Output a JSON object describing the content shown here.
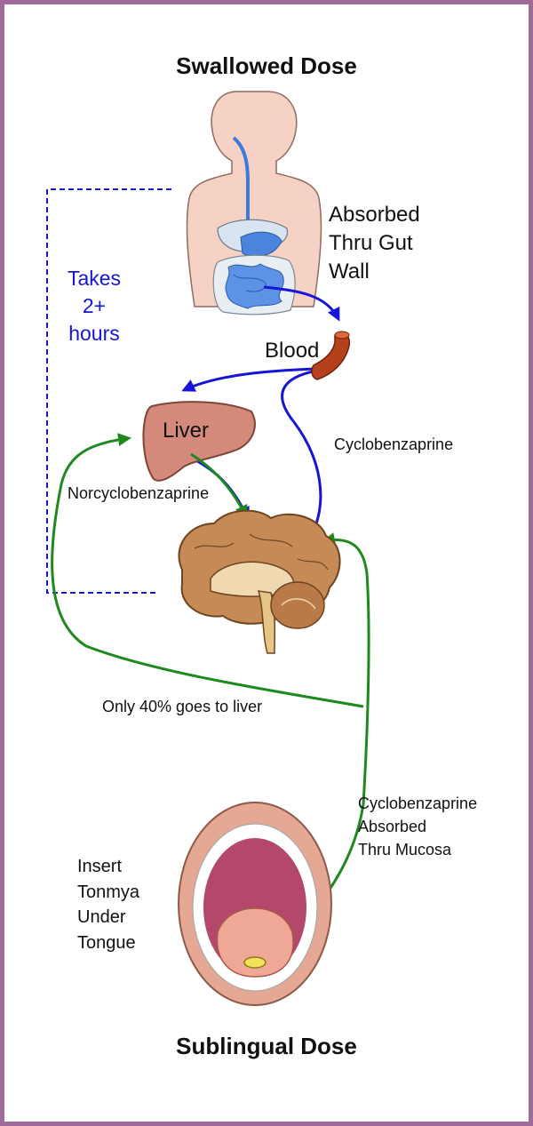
{
  "colors": {
    "frame": "#a06a9a",
    "blue_arrow": "#1515d8",
    "green_arrow": "#1e8a1e",
    "dashed": "#1515d8"
  },
  "labels": {
    "swallowed_title": "Swallowed Dose",
    "sublingual_title": "Sublingual Dose",
    "absorbed_gut": [
      "Absorbed",
      "Thru Gut",
      "Wall"
    ],
    "takes_hours": [
      "Takes",
      "2+",
      "hours"
    ],
    "blood": "Blood",
    "liver": "Liver",
    "cyclobenzaprine": "Cyclobenzaprine",
    "norcyclobenzaprine": "Norcyclobenzaprine",
    "only_40": "Only 40% goes to liver",
    "absorbed_mucosa": [
      "Cyclobenzaprine",
      "Absorbed",
      "Thru Mucosa"
    ],
    "insert_tonmya": [
      "Insert",
      "Tonmya",
      "Under",
      "Tongue"
    ]
  },
  "icons": [
    "human-torso-digestive-illustration",
    "blood-vessel-icon",
    "liver-illustration",
    "brain-illustration",
    "open-mouth-illustration",
    "tablet-icon"
  ]
}
